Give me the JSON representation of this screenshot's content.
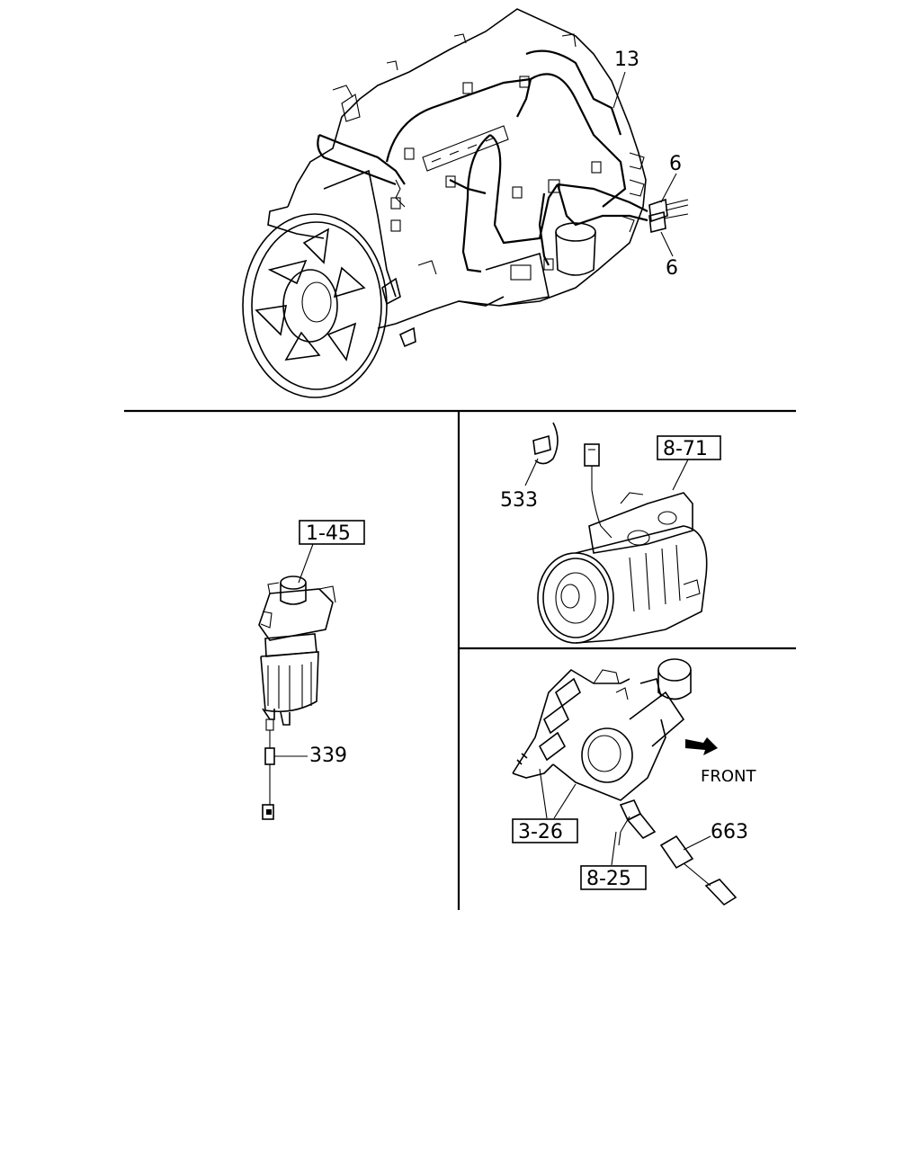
{
  "callouts": {
    "top": {
      "harness": "13",
      "clip_upper": "6",
      "clip_lower": "6"
    },
    "left": {
      "ref_box": "1-45",
      "sensor": "339"
    },
    "right_top": {
      "clip": "533",
      "ref_box": "8-71"
    },
    "right_bottom": {
      "direction": "FRONT",
      "ref_box_a": "3-26",
      "ref_box_b": "8-25",
      "connector": "663"
    }
  }
}
